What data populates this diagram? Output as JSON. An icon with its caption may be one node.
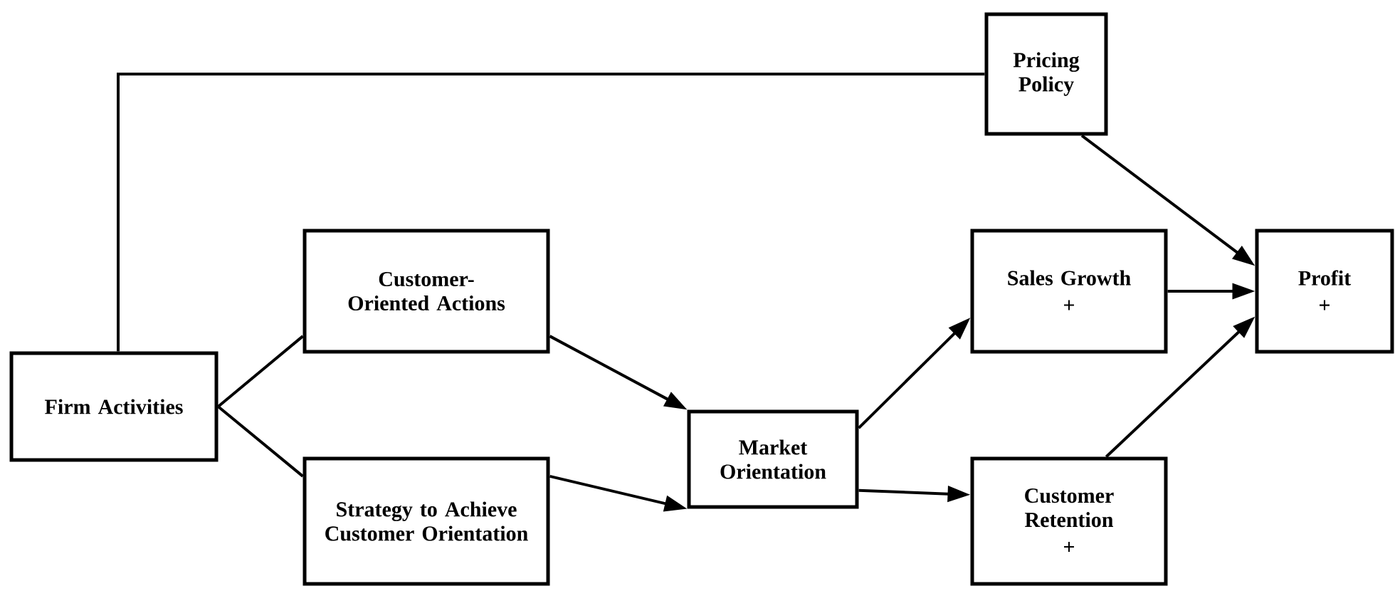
{
  "diagram": {
    "nodes": [
      {
        "text": [
          "Pricing Policy"
        ]
      },
      {
        "text": [
          "Customer-Oriented Actions"
        ]
      },
      {
        "text": [
          "Sales Growth",
          "+"
        ]
      },
      {
        "text": [
          "Profit",
          "+"
        ]
      },
      {
        "text": [
          "Firm Activities"
        ]
      },
      {
        "text": [
          "Market Orientation"
        ]
      },
      {
        "text": [
          "Strategy to Achieve Customer Orientation"
        ]
      },
      {
        "text": [
          "Customer Retention",
          "+"
        ]
      }
    ],
    "edges": [
      {
        "from": 4,
        "to": 0,
        "arrow": "none"
      },
      {
        "from": 4,
        "to": 1,
        "arrow": "none"
      },
      {
        "from": 4,
        "to": 6,
        "arrow": "none"
      },
      {
        "from": 1,
        "to": 5,
        "arrow": "to"
      },
      {
        "from": 6,
        "to": 5,
        "arrow": "to"
      },
      {
        "from": 5,
        "to": 2,
        "arrow": "to"
      },
      {
        "from": 5,
        "to": 7,
        "arrow": "to"
      },
      {
        "from": 0,
        "to": 3,
        "arrow": "to"
      },
      {
        "from": 2,
        "to": 3,
        "arrow": "to"
      },
      {
        "from": 7,
        "to": 3,
        "arrow": "to"
      }
    ]
  }
}
